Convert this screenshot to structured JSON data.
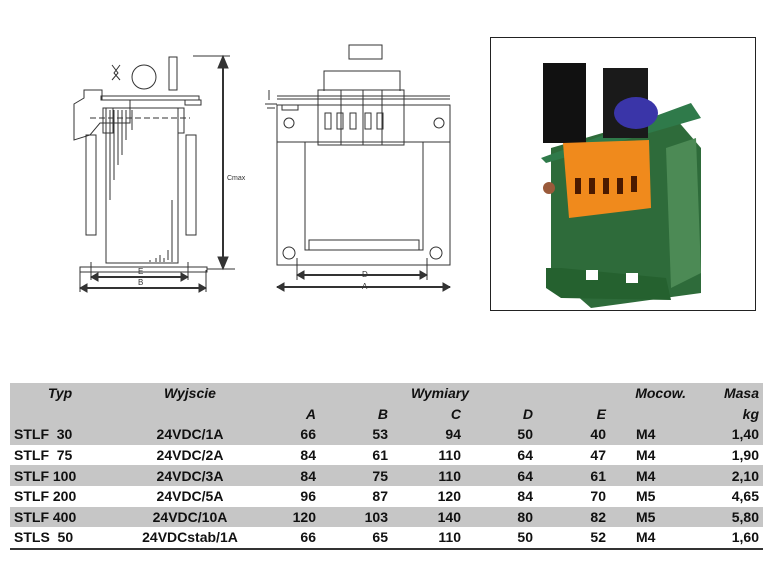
{
  "drawing": {
    "label_c": "Cmax",
    "label_e": "E",
    "label_b": "B",
    "label_d": "D",
    "label_a": "A"
  },
  "table": {
    "headers": {
      "typ": "Typ",
      "wyjscie": "Wyjscie",
      "wymiary": "Wymiary",
      "mocow": "Mocow.",
      "masa": "Masa",
      "a": "A",
      "b": "B",
      "c": "C",
      "d": "D",
      "e": "E",
      "kg": "kg"
    },
    "rows": [
      {
        "typ": "STLF  30",
        "wyjscie": "24VDC/1A",
        "a": "66",
        "b": "53",
        "c": "94",
        "d": "50",
        "e": "40",
        "mocow": "M4",
        "masa": "1,40"
      },
      {
        "typ": "STLF  75",
        "wyjscie": "24VDC/2A",
        "a": "84",
        "b": "61",
        "c": "110",
        "d": "64",
        "e": "47",
        "mocow": "M4",
        "masa": "1,90"
      },
      {
        "typ": "STLF 100",
        "wyjscie": "24VDC/3A",
        "a": "84",
        "b": "75",
        "c": "110",
        "d": "64",
        "e": "61",
        "mocow": "M4",
        "masa": "2,10"
      },
      {
        "typ": "STLF 200",
        "wyjscie": "24VDC/5A",
        "a": "96",
        "b": "87",
        "c": "120",
        "d": "84",
        "e": "70",
        "mocow": "M5",
        "masa": "4,65"
      },
      {
        "typ": "STLF 400",
        "wyjscie": "24VDC/10A",
        "a": "120",
        "b": "103",
        "c": "140",
        "d": "80",
        "e": "82",
        "mocow": "M5",
        "masa": "5,80"
      },
      {
        "typ": "STLS  50",
        "wyjscie": "24VDCstab/1A",
        "a": "66",
        "b": "65",
        "c": "110",
        "d": "50",
        "e": "52",
        "mocow": "M4",
        "masa": "1,60"
      }
    ]
  }
}
